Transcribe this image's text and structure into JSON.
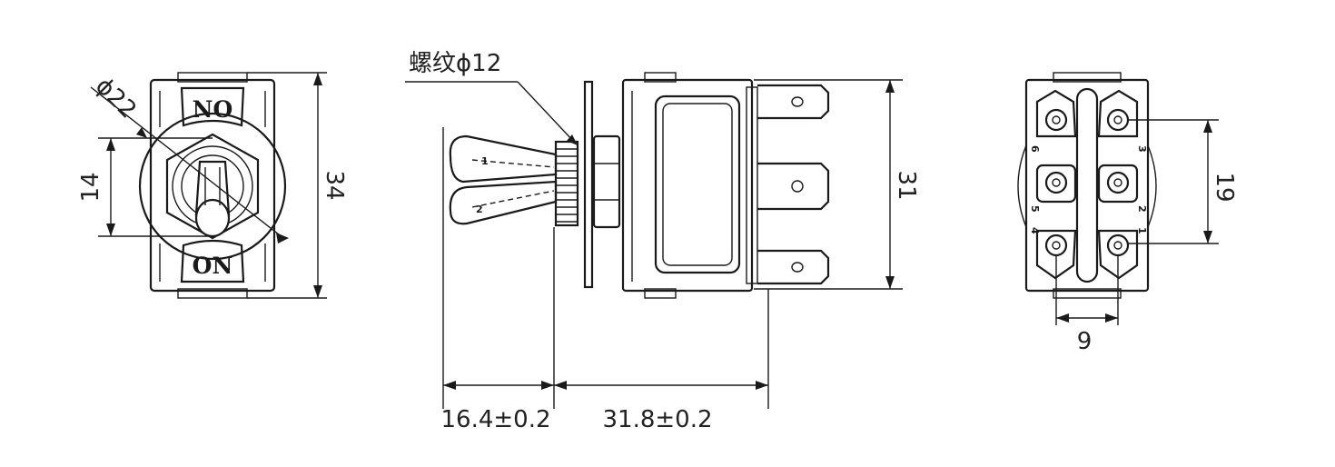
{
  "front_view": {
    "label_top": "NO",
    "label_bottom": "ON",
    "dim_diameter": "ϕ22",
    "dim_height": "34",
    "dim_bushing": "14"
  },
  "side_view": {
    "thread_label": "螺纹ϕ12",
    "dim_height": "31",
    "dim_lever": "16.4±0.2",
    "dim_body": "31.8±0.2",
    "lever_marks": [
      "1",
      "2"
    ]
  },
  "rear_view": {
    "dim_pin_vertical": "19",
    "dim_pin_horizontal": "9",
    "pin_labels": [
      "3",
      "6",
      "2",
      "5",
      "1",
      "4"
    ]
  }
}
